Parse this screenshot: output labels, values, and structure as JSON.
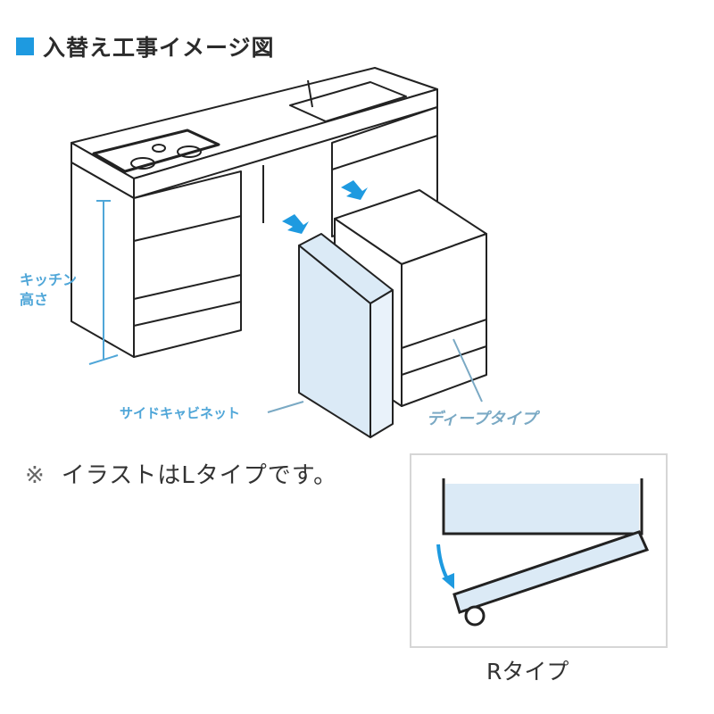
{
  "title": {
    "icon": "blue-square-icon",
    "text": "入替え工事イメージ図"
  },
  "illustration": {
    "labels": {
      "kitchen_height_line1": "キッチン",
      "kitchen_height_line2": "高さ",
      "side_cabinet": "サイドキャビネット",
      "deep_type": "ディープタイプ"
    },
    "colors": {
      "accent": "#1e9ae0",
      "panel_fill": "#dbeaf6",
      "line": "#222222"
    }
  },
  "note": {
    "mark": "※",
    "text": "イラストはLタイプです。"
  },
  "r_type": {
    "label": "Rタイプ"
  }
}
